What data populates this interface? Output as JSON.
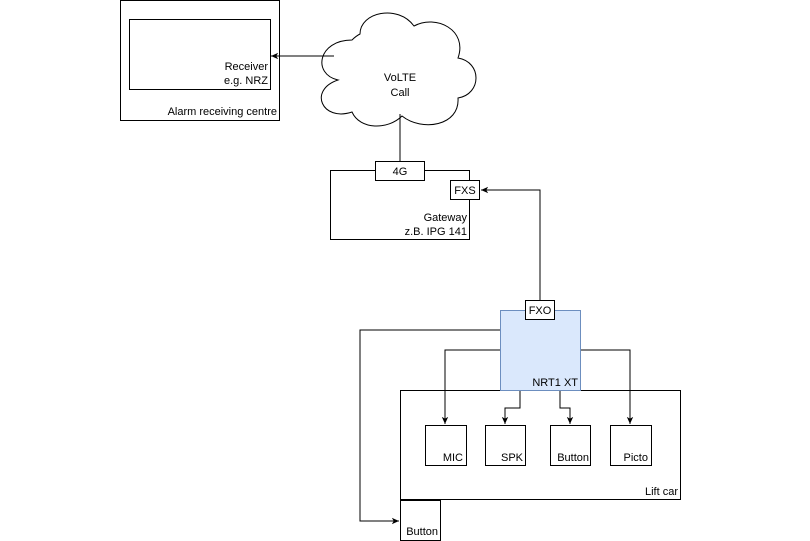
{
  "diagram": {
    "alarm_centre": {
      "label": "Alarm receiving centre",
      "receiver_line1": "Receiver",
      "receiver_line2": "e.g. NRZ"
    },
    "cloud": {
      "line1": "VoLTE",
      "line2": "Call"
    },
    "gateway": {
      "port_4g": "4G",
      "port_fxs": "FXS",
      "line1": "Gateway",
      "line2": "z.B. IPG 141"
    },
    "nrt": {
      "port_fxo": "FXO",
      "label": "NRT1 XT",
      "fill": "#dae8fc",
      "stroke": "#6c8ebf"
    },
    "lift_car": {
      "label": "Lift car",
      "components": [
        "MIC",
        "SPK",
        "Button",
        "Picto"
      ]
    },
    "external_button": "Button"
  }
}
